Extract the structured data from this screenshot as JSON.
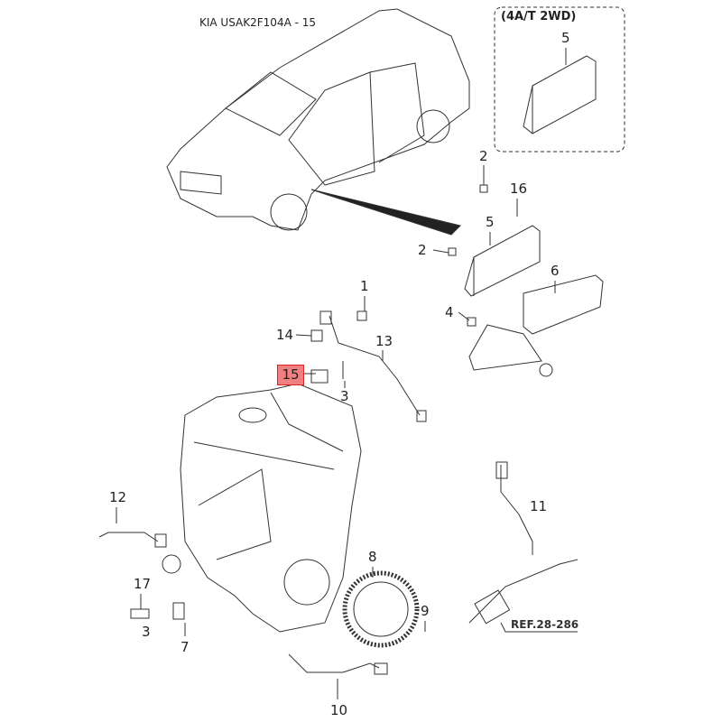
{
  "diagram": {
    "title": "KIA USAK2F104A - 15",
    "variant_note": "(4A/T 2WD)",
    "highlighted_part": "15",
    "highlight_color": "#f08080",
    "reference": "REF.28-286",
    "callouts": [
      {
        "id": "c5a",
        "label": "5"
      },
      {
        "id": "c2a",
        "label": "2"
      },
      {
        "id": "c16",
        "label": "16"
      },
      {
        "id": "c5b",
        "label": "5"
      },
      {
        "id": "c2b",
        "label": "2"
      },
      {
        "id": "c6",
        "label": "6"
      },
      {
        "id": "c4",
        "label": "4"
      },
      {
        "id": "c1",
        "label": "1"
      },
      {
        "id": "c14",
        "label": "14"
      },
      {
        "id": "c13",
        "label": "13"
      },
      {
        "id": "c3a",
        "label": "3"
      },
      {
        "id": "c12",
        "label": "12"
      },
      {
        "id": "c11",
        "label": "11"
      },
      {
        "id": "c8",
        "label": "8"
      },
      {
        "id": "c17",
        "label": "17"
      },
      {
        "id": "c9",
        "label": "9"
      },
      {
        "id": "c3b",
        "label": "3"
      },
      {
        "id": "c7",
        "label": "7"
      },
      {
        "id": "c10",
        "label": "10"
      }
    ]
  }
}
